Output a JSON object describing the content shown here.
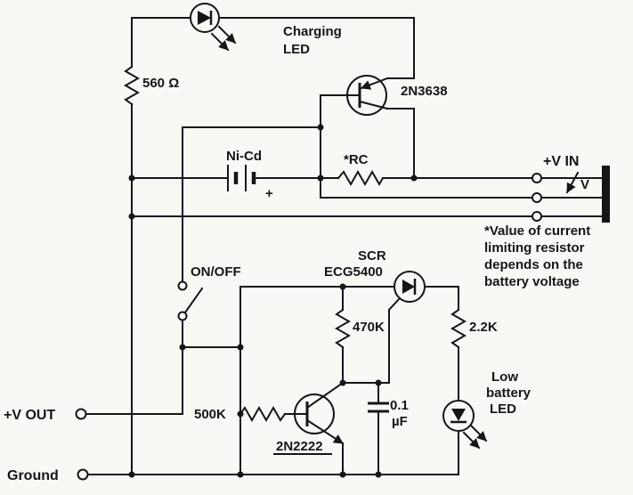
{
  "colors": {
    "ink": "#161616",
    "paper": "#f8f8f5"
  },
  "schematic": {
    "charging_led": {
      "line1": "Charging",
      "line2": "LED"
    },
    "r560": {
      "value": "560 Ω"
    },
    "q1": {
      "part": "2N3638"
    },
    "battery": {
      "name": "Ni-Cd",
      "polarity": "+"
    },
    "rc": {
      "label": "*RC"
    },
    "vin": {
      "label": "+V IN",
      "unit": "V"
    },
    "note": {
      "lines": [
        "*Value of current",
        "limiting resistor",
        "depends on the",
        "battery voltage"
      ]
    },
    "sw": {
      "label": "ON/OFF"
    },
    "scr": {
      "name": "SCR",
      "part": "ECG5400"
    },
    "r470k": {
      "value": "470K"
    },
    "r2k2": {
      "value": "2.2K"
    },
    "r500k": {
      "value": "500K"
    },
    "q2": {
      "part": "2N2222"
    },
    "cap": {
      "line1": "0.1",
      "line2": "µF"
    },
    "low_led": {
      "lines": [
        "Low",
        "battery",
        "LED"
      ]
    },
    "vout": {
      "label": "+V OUT"
    },
    "gnd": {
      "label": "Ground"
    }
  }
}
